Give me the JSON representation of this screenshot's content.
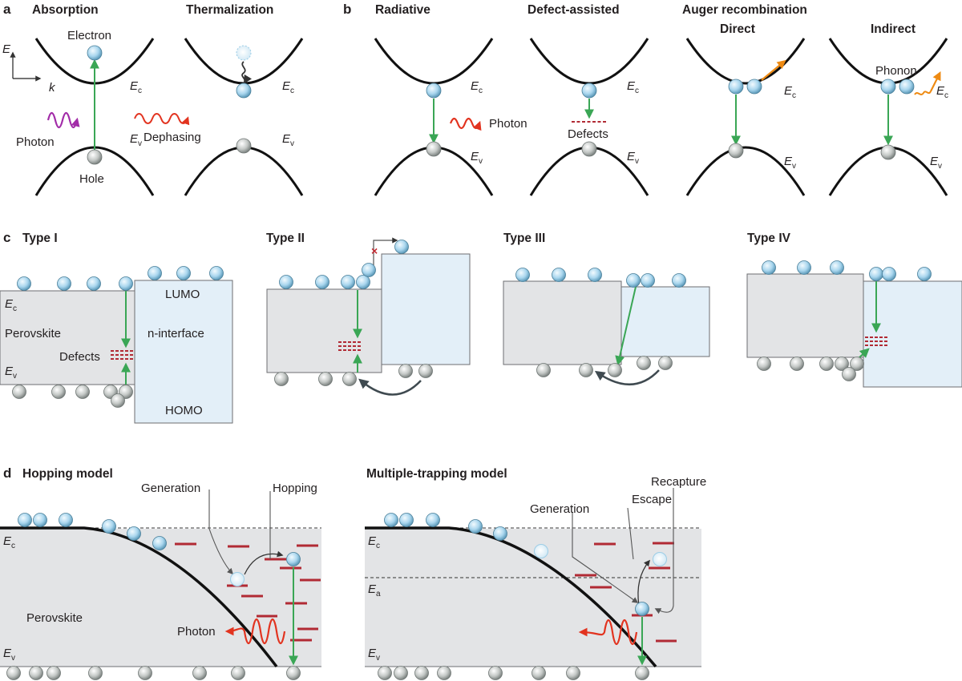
{
  "colors": {
    "electron": "#a9d6ee",
    "hole": "#c4c8c6",
    "green_arrow": "#3aa655",
    "photon_red": "#e2331f",
    "photon_purple": "#a22ca8",
    "auger_orange": "#ee8a12",
    "defect": "#b12a34",
    "perovskite": "#e3e4e6",
    "interface": "#e3eff8"
  },
  "panel_a": {
    "letter": "a",
    "absorption": {
      "title": "Absorption",
      "axis_e": "E",
      "axis_k": "k",
      "electron": "Electron",
      "hole": "Hole",
      "photon": "Photon",
      "ec": "E",
      "ec_sub": "c",
      "ev": "E",
      "ev_sub": "v"
    },
    "thermalization": {
      "title": "Thermalization",
      "dephasing": "Dephasing",
      "ec": "E",
      "ec_sub": "c",
      "ev": "E",
      "ev_sub": "v"
    }
  },
  "panel_b": {
    "letter": "b",
    "radiative": {
      "title": "Radiative",
      "photon": "Photon",
      "ec": "E",
      "ec_sub": "c",
      "ev": "E",
      "ev_sub": "v"
    },
    "defect_assisted": {
      "title": "Defect-assisted",
      "defects": "Defects",
      "ec": "E",
      "ec_sub": "c",
      "ev": "E",
      "ev_sub": "v"
    },
    "auger": {
      "title": "Auger recombination",
      "direct": "Direct",
      "indirect": "Indirect",
      "phonon": "Phonon",
      "ec": "E",
      "ec_sub": "c",
      "ev": "E",
      "ev_sub": "v"
    }
  },
  "panel_c": {
    "letter": "c",
    "type1": {
      "title": "Type I",
      "ec": "E",
      "ec_sub": "c",
      "ev": "E",
      "ev_sub": "v",
      "perovskite": "Perovskite",
      "defects": "Defects",
      "lumo": "LUMO",
      "homo": "HOMO",
      "interface": "n-interface"
    },
    "type2": {
      "title": "Type II"
    },
    "type3": {
      "title": "Type III"
    },
    "type4": {
      "title": "Type IV"
    }
  },
  "panel_d": {
    "letter": "d",
    "hopping": {
      "title": "Hopping model",
      "generation": "Generation",
      "hopping": "Hopping",
      "perovskite": "Perovskite",
      "photon": "Photon",
      "ec": "E",
      "ec_sub": "c",
      "ev": "E",
      "ev_sub": "v"
    },
    "trapping": {
      "title": "Multiple-trapping model",
      "generation": "Generation",
      "escape": "Escape",
      "recapture": "Recapture",
      "ec": "E",
      "ec_sub": "c",
      "ea": "E",
      "ea_sub": "a",
      "ev": "E",
      "ev_sub": "v"
    }
  }
}
